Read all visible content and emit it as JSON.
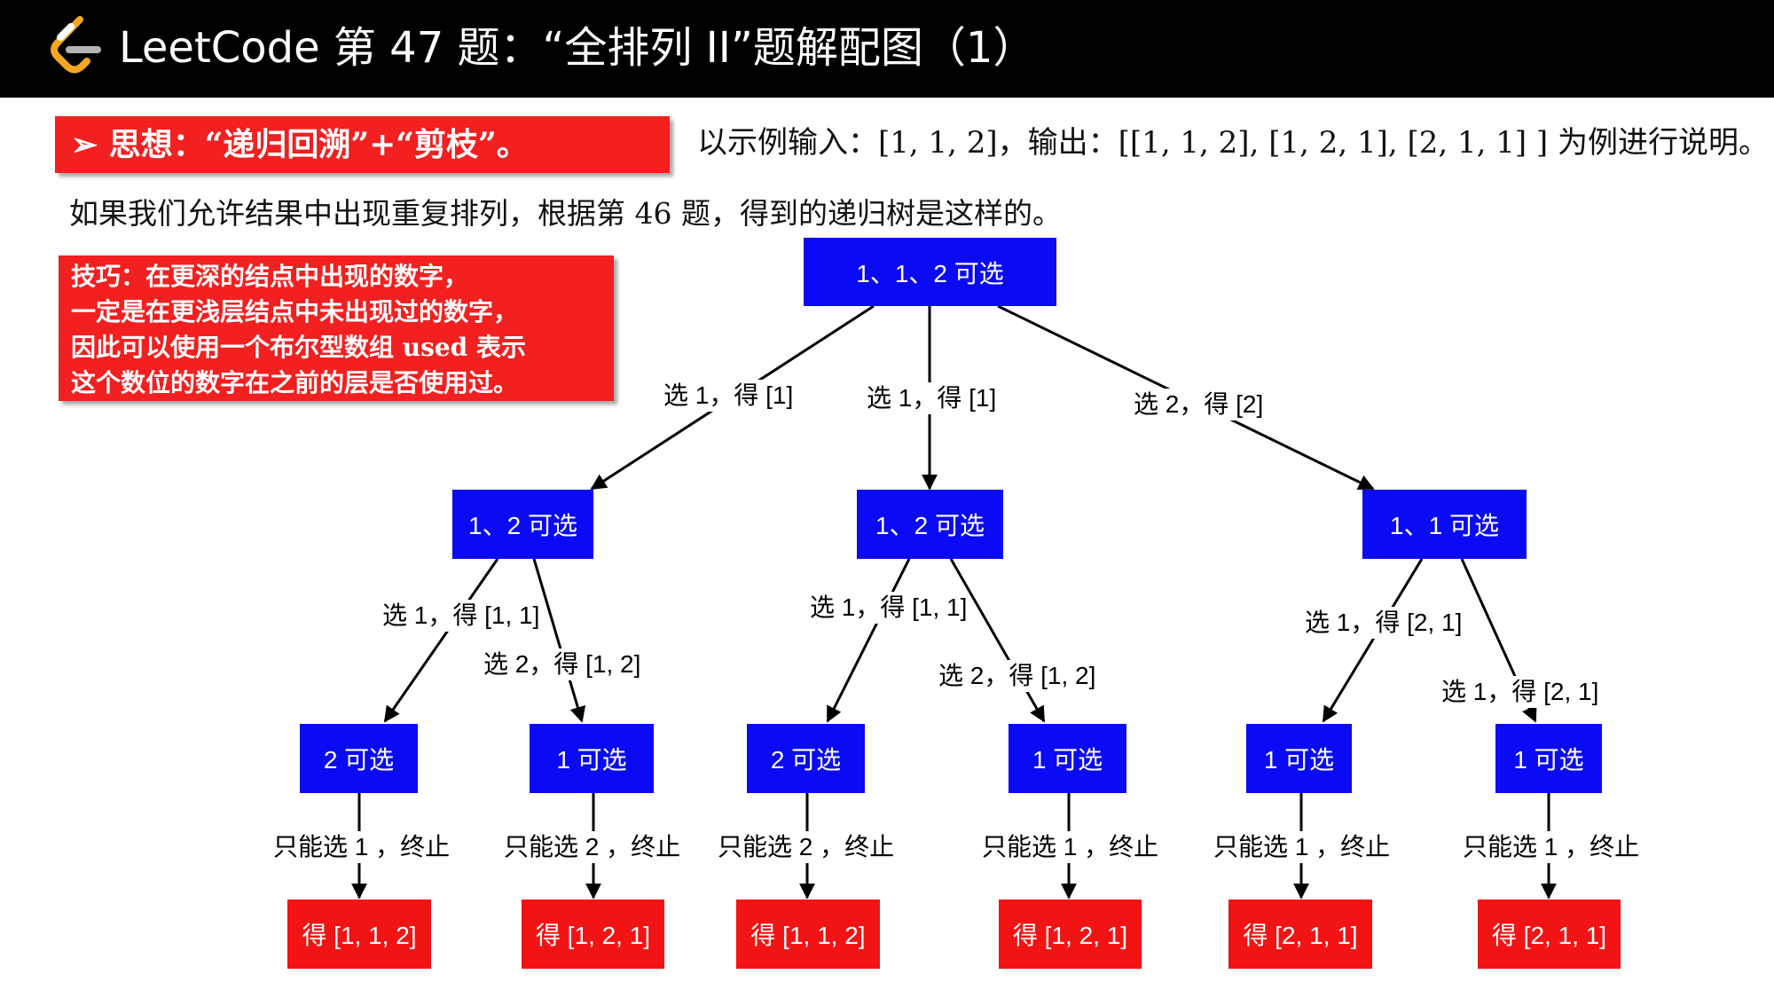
{
  "header": {
    "title": "LeetCode 第 47 题：“全排列 II”题解配图（1）",
    "logo_icon": "leetcode-logo-icon"
  },
  "idea": {
    "text": "➢ 思想：“递归回溯”+“剪枝”。"
  },
  "example": {
    "text": "以示例输入：[1, 1, 2]，输出：[[1, 1, 2], [1, 2, 1], [2, 1, 1] ] 为例进行说明。"
  },
  "intro": {
    "text": "如果我们允许结果中出现重复排列，根据第 46 题，得到的递归树是这样的。"
  },
  "tip": {
    "lines": [
      "技巧：在更深的结点中出现的数字，",
      "一定是在更浅层结点中未出现过的数字，",
      "因此可以使用一个布尔型数组 used 表示",
      "这个数位的数字在之前的层是否使用过。"
    ]
  },
  "tree": {
    "root": "1、1、2 可选",
    "level1": [
      "1、2 可选",
      "1、2 可选",
      "1、1 可选"
    ],
    "level2": [
      "2 可选",
      "1 可选",
      "2 可选",
      "1 可选",
      "1 可选",
      "1 可选"
    ],
    "results": [
      "得 [1, 1, 2]",
      "得 [1, 2, 1]",
      "得 [1, 1, 2]",
      "得 [1, 2, 1]",
      "得 [2, 1, 1]",
      "得 [2, 1, 1]"
    ],
    "root_edges": [
      "选 1，得 [1]",
      "选 1，得 [1]",
      "选 2，得 [2]"
    ],
    "level1_edges": [
      "选 1，得 [1, 1]",
      "选 2，得 [1, 2]",
      "选 1，得 [1, 1]",
      "选 2，得 [1, 2]",
      "选 1，得 [2, 1]",
      "选 1，得 [2, 1]"
    ],
    "leaf_edges": [
      "只能选 1 ，终止",
      "只能选 2 ，终止",
      "只能选 2 ，终止",
      "只能选 1 ，终止",
      "只能选 1 ，终止",
      "只能选 1 ，终止"
    ]
  },
  "colors": {
    "header_bg": "#000000",
    "node_blue": "#0a0af5",
    "highlight_red": "#f22020",
    "logo_orange": "#f5a623",
    "logo_gray": "#b3b3b3"
  }
}
